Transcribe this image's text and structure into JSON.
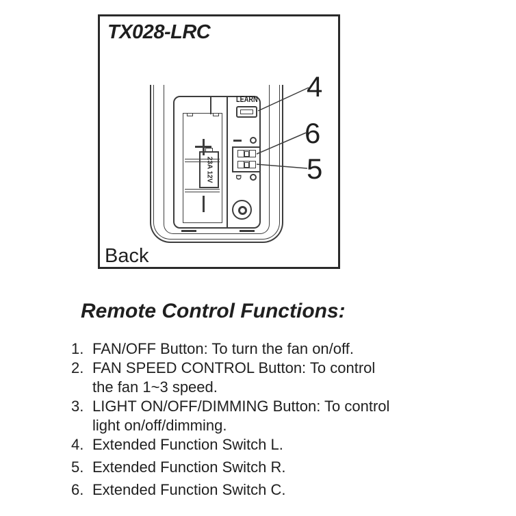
{
  "figure": {
    "model": "TX028-LRC",
    "view_label": "Back",
    "remote": {
      "learn_label": "LEARN",
      "battery_text": "23A 12V",
      "dip_marker_letter": "D"
    },
    "callouts": {
      "learn_switch": "4",
      "dip_top_switch": "6",
      "dip_bottom_switch": "5"
    }
  },
  "functions": {
    "heading": "Remote Control Functions:",
    "items": [
      {
        "num": "1.",
        "line1": "FAN/OFF Button: To turn the fan on/off.",
        "line2": ""
      },
      {
        "num": "2.",
        "line1": "FAN SPEED CONTROL Button: To control",
        "line2": "the fan 1~3 speed."
      },
      {
        "num": "3.",
        "line1": "LIGHT ON/OFF/DIMMING Button: To control",
        "line2": "light on/off/dimming."
      },
      {
        "num": "4.",
        "line1": "Extended Function Switch L.",
        "line2": ""
      },
      {
        "num": "5.",
        "line1": "Extended Function Switch R.",
        "line2": ""
      },
      {
        "num": "6.",
        "line1": "Extended Function Switch C.",
        "line2": ""
      }
    ]
  }
}
